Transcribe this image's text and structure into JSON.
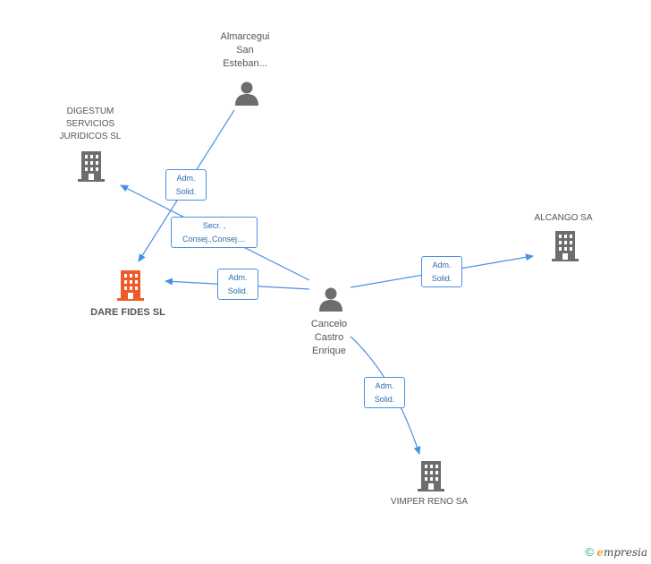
{
  "nodes": {
    "almarcegui": {
      "lines": [
        "Almarcegui",
        "San",
        "Esteban..."
      ],
      "type": "person"
    },
    "digestum": {
      "lines": [
        "DIGESTUM",
        "SERVICIOS",
        "JURIDICOS SL"
      ],
      "type": "company"
    },
    "dare_fides": {
      "lines": [
        "DARE FIDES SL"
      ],
      "type": "company-focus"
    },
    "alcango": {
      "lines": [
        "ALCANGO SA"
      ],
      "type": "company"
    },
    "cancelo": {
      "lines": [
        "Cancelo",
        "Castro",
        "Enrique"
      ],
      "type": "person"
    },
    "vimper": {
      "lines": [
        "VIMPER RENO SA"
      ],
      "type": "company"
    }
  },
  "edges": {
    "almarcegui_dare": {
      "lines": [
        "Adm.",
        "Solid."
      ]
    },
    "cancelo_digestum": {
      "lines": [
        "Secr. ,",
        "Consej.,Consej...."
      ]
    },
    "cancelo_dare": {
      "lines": [
        "Adm.",
        "Solid."
      ]
    },
    "cancelo_alcango": {
      "lines": [
        "Adm.",
        "Solid."
      ]
    },
    "cancelo_vimper": {
      "lines": [
        "Adm.",
        "Solid."
      ]
    }
  },
  "colors": {
    "edge": "#4a90e2",
    "icon_gray": "#6d6d6d",
    "icon_focus": "#f05a28"
  },
  "footer": {
    "copyright": "©",
    "brand_first": "e",
    "brand_rest": "mpresia"
  }
}
